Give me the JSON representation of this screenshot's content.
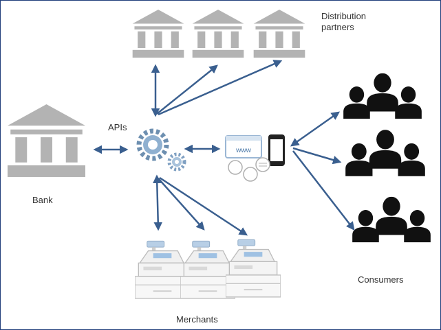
{
  "labels": {
    "distribution_partners": "Distribution partners",
    "apis": "APIs",
    "bank": "Bank",
    "merchants": "Merchants",
    "consumers": "Consumers"
  },
  "icons": {
    "bank": "bank-building-icon",
    "partner": "bank-building-icon",
    "api": "gear-icon",
    "web": "www-browser-icon",
    "phone": "smartphone-icon",
    "chat": "chat-bubbles-icon",
    "merchant": "cash-register-icon",
    "consumer": "people-group-icon"
  },
  "colors": {
    "building": "#b3b3b3",
    "arrow": "#3a5f8f",
    "gear": "#6d8fb0",
    "people": "#111111",
    "text": "#333333",
    "border": "#1f3d7a"
  }
}
